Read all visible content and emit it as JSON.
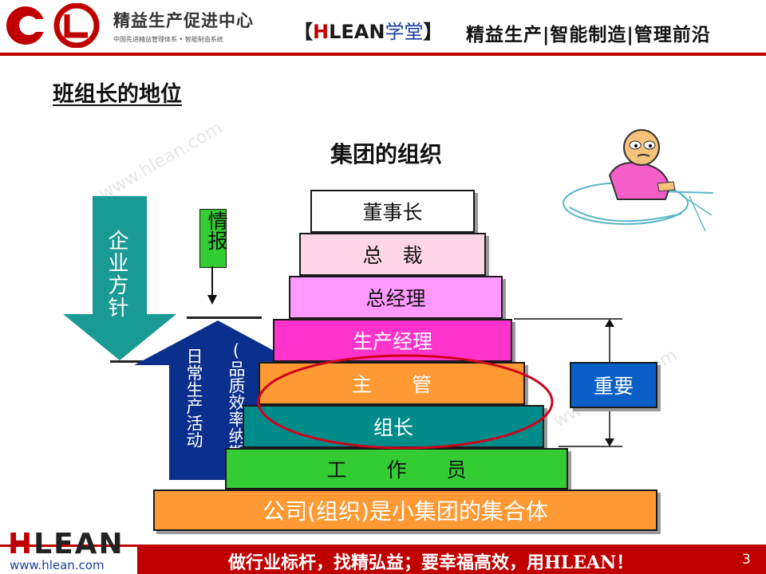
{
  "header": {
    "brand_name": "精益生产促进中心",
    "brand_sub": "中国先进精益管理体系 • 智能制造系统",
    "tag_open": "【",
    "tag_h": "H",
    "tag_lean": "LEAN",
    "tag_school": "学堂",
    "tag_close": "】",
    "tagline": "精益生产|智能制造|管理前沿"
  },
  "section_title": "班组长的地位",
  "diagram_title": "集团的组织",
  "watermark": "www.hlean.com",
  "arrows": {
    "policy": "企业方针",
    "info": "情报",
    "daily": "日常生产活动",
    "quality": "(品质效率纳期期)"
  },
  "pyramid": [
    {
      "label": "董事长",
      "color": "#ffffff"
    },
    {
      "label": "总　裁",
      "color": "#ffd6e6"
    },
    {
      "label": "总经理",
      "color": "#ff99ff"
    },
    {
      "label": "生产经理",
      "color": "#ff33cc",
      "text_color": "#ffffff"
    },
    {
      "label": "主　　管",
      "color": "#ff9933",
      "text_color": "#ffffff"
    },
    {
      "label": "组长",
      "color": "#008b8b",
      "text_color": "#ffffff"
    },
    {
      "label": "工　　作　　员",
      "color": "#33cc33"
    },
    {
      "label": "公司(组织)是小集团的集合体",
      "color": "#ff9933",
      "text_color": "#ffffff"
    }
  ],
  "important_label": "重要",
  "footer": {
    "logo_h": "H",
    "logo_rest": "LEAN",
    "url": "www.hlean.com",
    "slogan": "做行业标杆，找精弘益；要幸福高效，用HLEAN！",
    "page": "3"
  },
  "colors": {
    "brand_red": "#c00000",
    "teal_arrow": "#1a9a94",
    "navy_arrow": "#0b2f8c",
    "info_green": "#33cc33",
    "important_blue": "#0a5fc6",
    "ellipse_red": "#d0021b"
  }
}
